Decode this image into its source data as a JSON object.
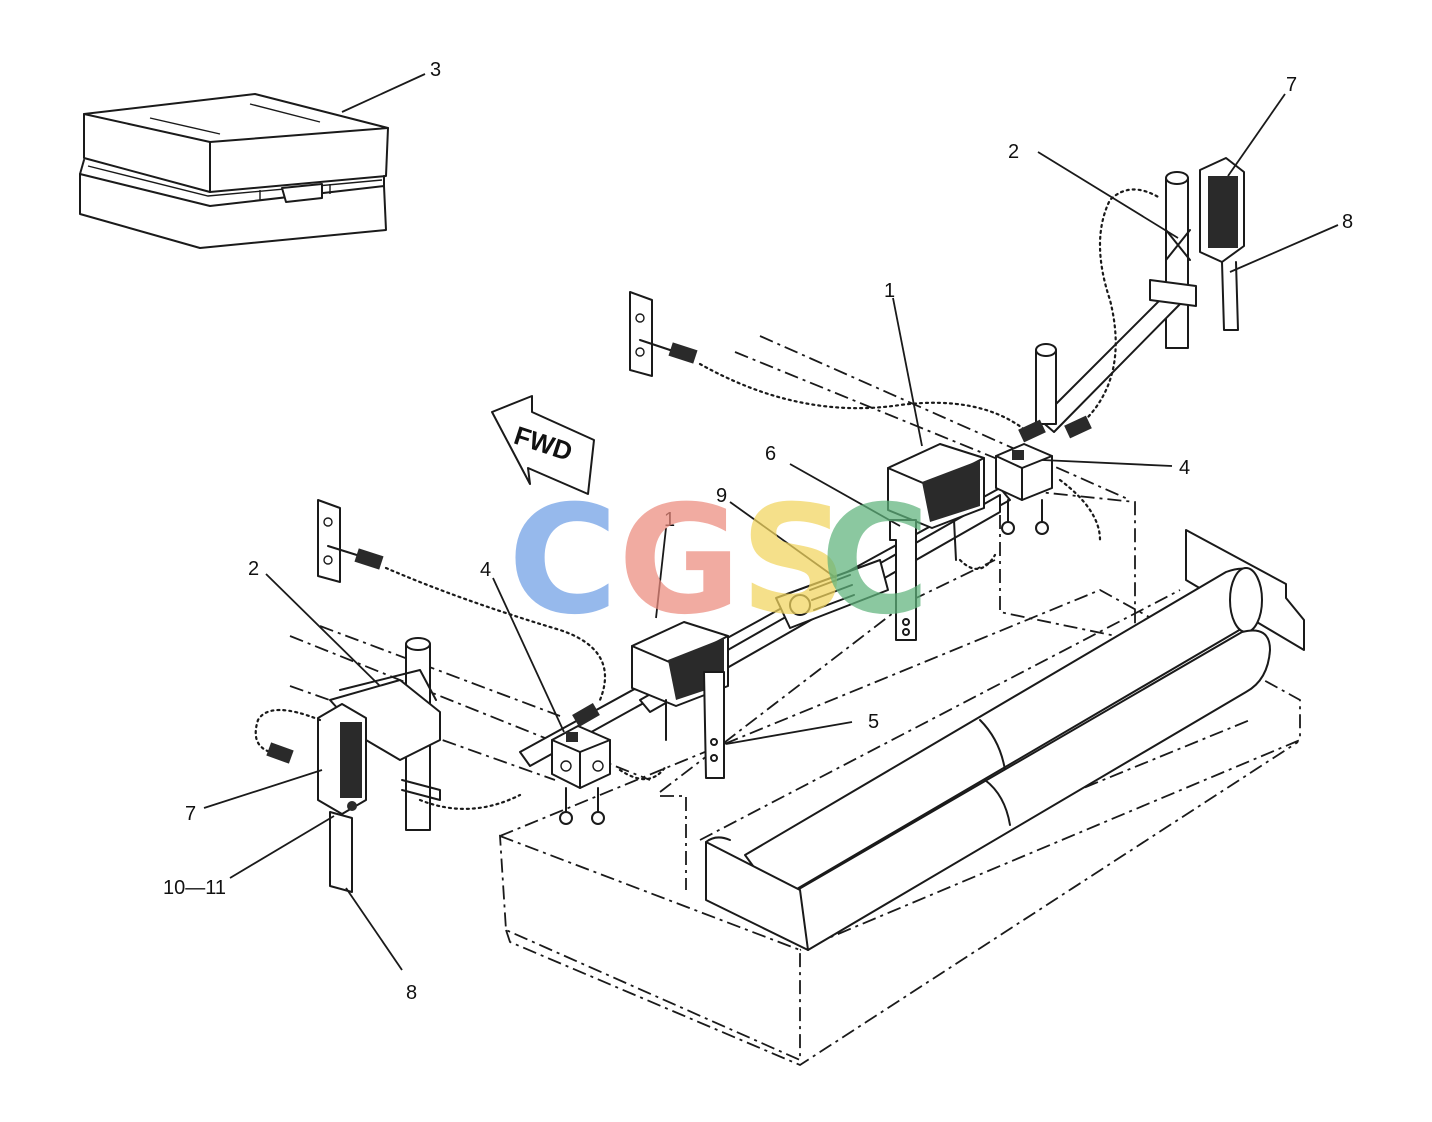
{
  "callouts": {
    "c1a": "1",
    "c1b": "1",
    "c2a": "2",
    "c2b": "2",
    "c3": "3",
    "c4a": "4",
    "c4b": "4",
    "c5": "5",
    "c6": "6",
    "c7a": "7",
    "c7b": "7",
    "c8a": "8",
    "c8b": "8",
    "c9": "9",
    "c10_11": "10—11"
  },
  "arrow": {
    "label": "FWD"
  },
  "watermark": {
    "letters": [
      "C",
      "G",
      "S",
      "C"
    ],
    "colors": [
      "#6f9fe6",
      "#ec8b7e",
      "#f2d55e",
      "#5fb37c"
    ]
  }
}
